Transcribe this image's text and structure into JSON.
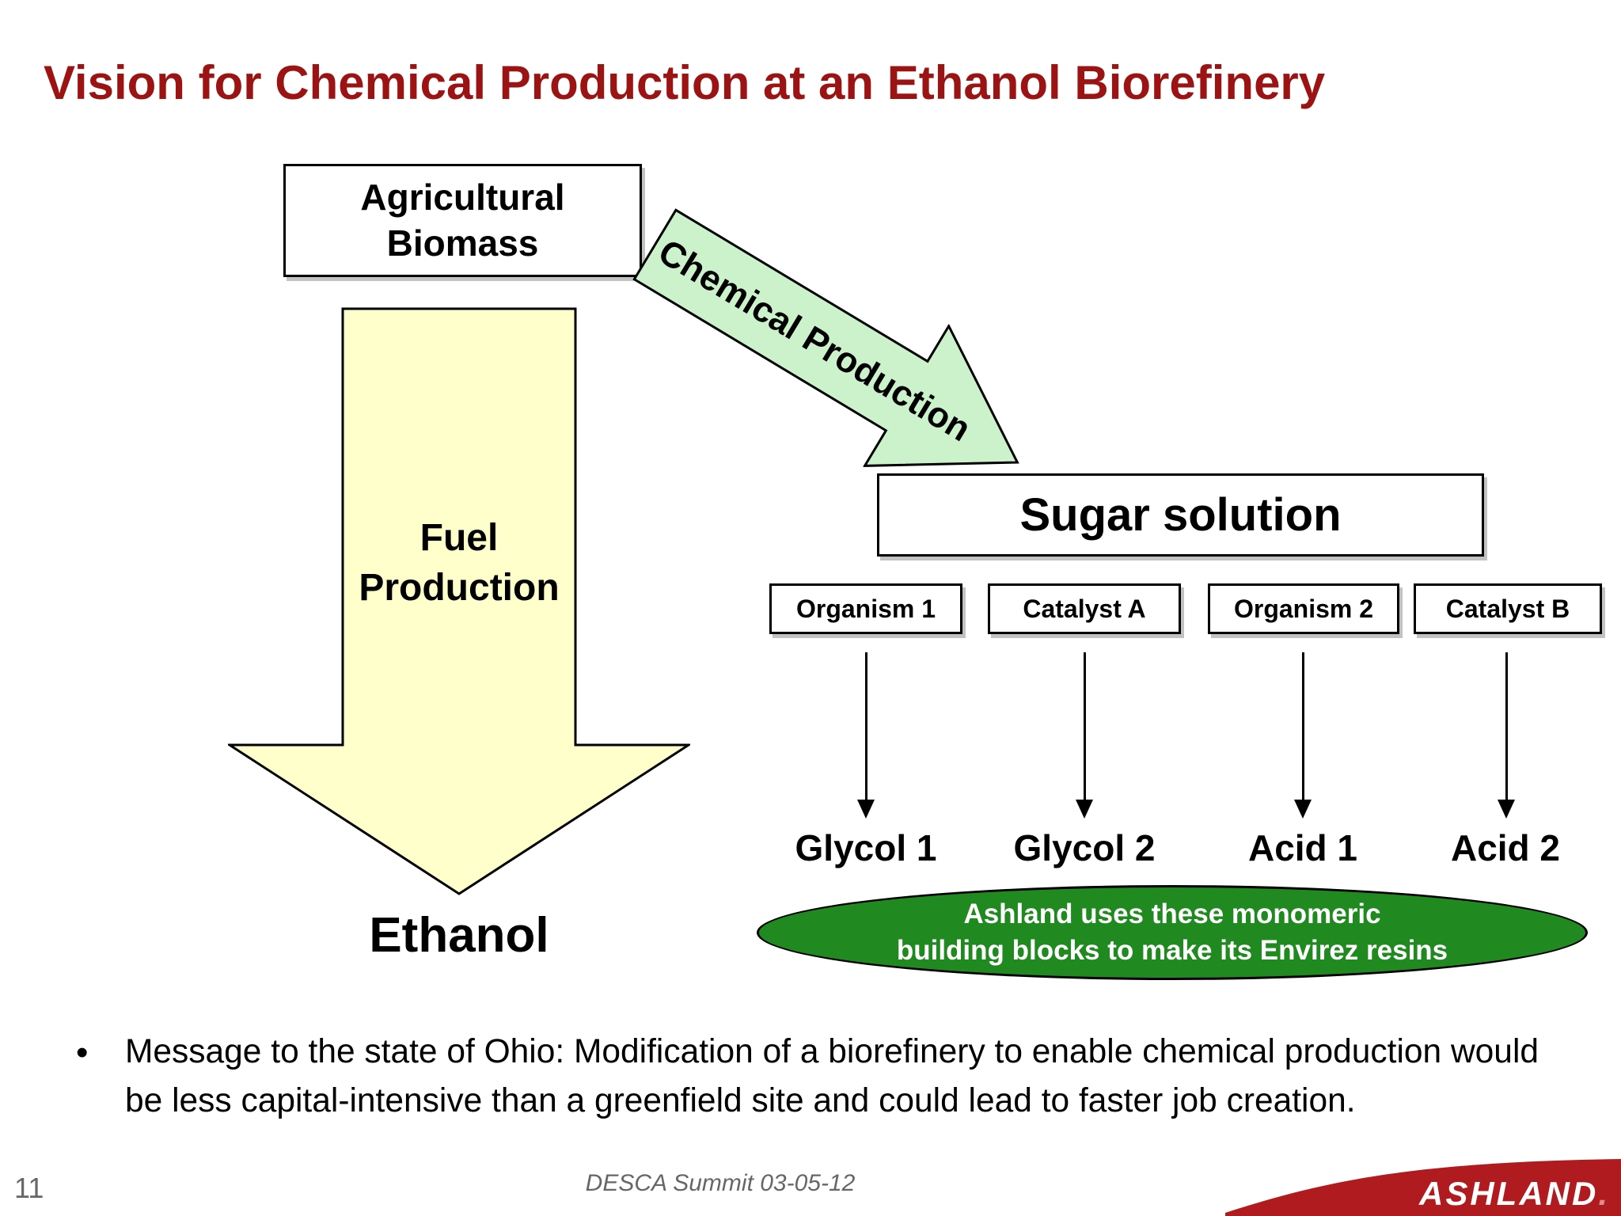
{
  "slide": {
    "title": "Vision for Chemical Production at an Ethanol Biorefinery",
    "page_number": "11",
    "footer": "DESCA Summit 03-05-12"
  },
  "diagram": {
    "biomass_box": {
      "line1": "Agricultural",
      "line2": "Biomass"
    },
    "fuel_arrow": {
      "line1": "Fuel",
      "line2": "Production"
    },
    "chemical_arrow": {
      "label": "Chemical Production"
    },
    "sugar_box": "Sugar solution",
    "process_boxes": [
      "Organism 1",
      "Catalyst A",
      "Organism 2",
      "Catalyst B"
    ],
    "products": [
      "Glycol 1",
      "Glycol 2",
      "Acid 1",
      "Acid 2"
    ],
    "ethanol_label": "Ethanol",
    "ellipse": {
      "line1": "Ashland uses these monomeric",
      "line2": "building blocks to make its Envirez resins"
    }
  },
  "bullet": {
    "marker": "•",
    "text": "Message to the state of Ohio: Modification of a biorefinery to enable chemical production would be less capital-intensive than a greenfield site and could lead to faster job creation."
  },
  "logo": {
    "text": "ASHLAND",
    "period": "."
  },
  "colors": {
    "title_red": "#9b1313",
    "logo_red": "#b01b20",
    "ellipse_green": "#208a20",
    "arrow_green_fill": "#ccf2cc",
    "arrow_yellow_fill": "#ffffcc",
    "footer_gray": "#666666"
  }
}
